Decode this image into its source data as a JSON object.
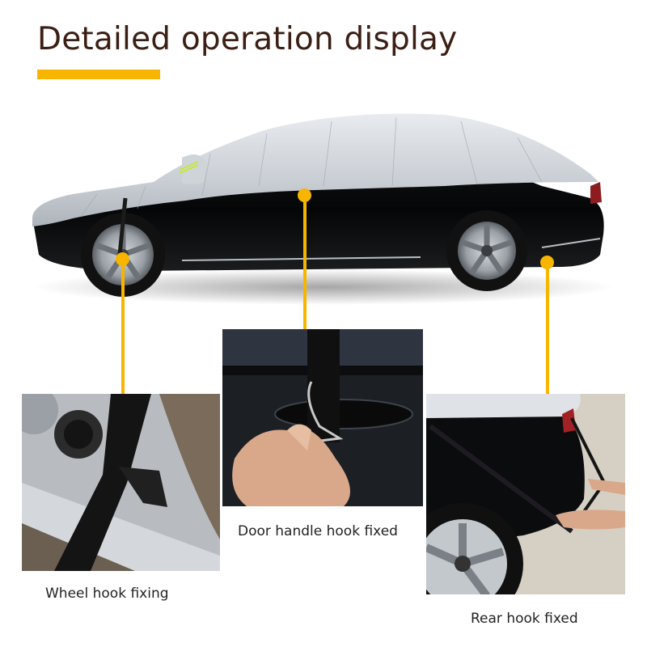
{
  "header": {
    "title": "Detailed operation display",
    "accent_color": "#f7b500",
    "title_color": "#3b1f14"
  },
  "hero": {
    "subject": "black sedan with silver half car cover",
    "callouts": [
      {
        "id": "wheel",
        "dot": [
          152,
          321
        ]
      },
      {
        "id": "door",
        "dot": [
          377,
          242
        ]
      },
      {
        "id": "rear",
        "dot": [
          677,
          325
        ]
      }
    ]
  },
  "details": [
    {
      "id": "wheel",
      "caption": "Wheel hook fixing",
      "image": "strap hooked onto wheel spoke"
    },
    {
      "id": "door",
      "caption": "Door handle hook fixed",
      "image": "hand attaching hook to door handle"
    },
    {
      "id": "rear",
      "caption": "Rear hook fixed",
      "image": "rear hook strap being fixed at bumper"
    }
  ]
}
